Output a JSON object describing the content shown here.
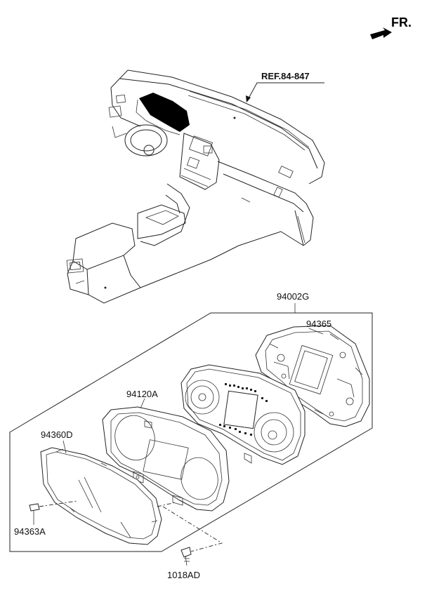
{
  "direction_label": "FR.",
  "reference_label": "REF.84-847",
  "parts": {
    "assembly": "94002G",
    "case": "94365",
    "panel": "94120A",
    "glass": "94360D",
    "clip": "94363A",
    "screw": "1018AD"
  }
}
